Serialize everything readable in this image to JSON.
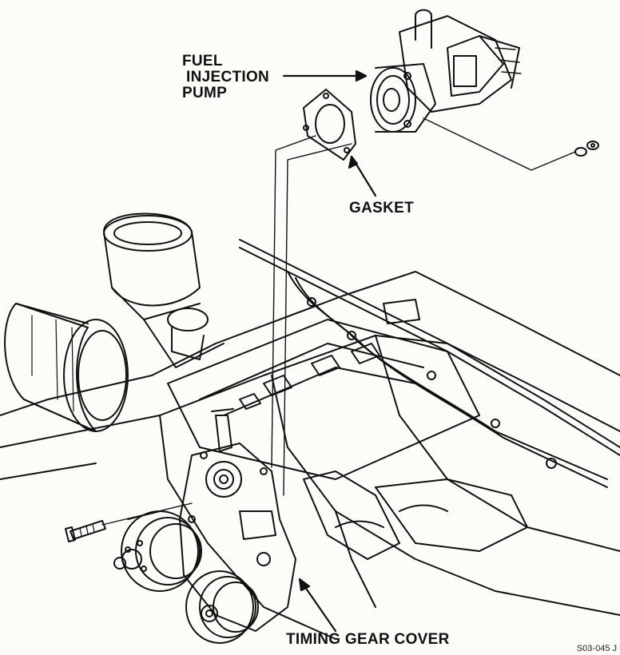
{
  "labels": {
    "pump_line1": "FUEL",
    "pump_line2": "INJECTION",
    "pump_line3": "PUMP",
    "gasket": "GASKET",
    "timing_cover": "TIMING GEAR COVER",
    "figure_id": "S03-045 J"
  },
  "colors": {
    "ink": "#111111",
    "paper": "#fdfcf8"
  }
}
